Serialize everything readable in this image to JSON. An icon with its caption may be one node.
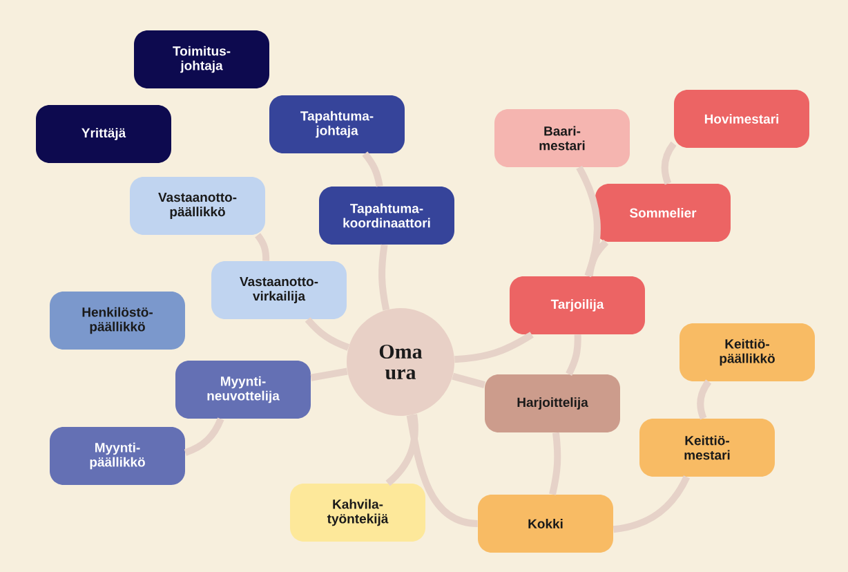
{
  "diagram": {
    "nodes": [
      {
        "text": [
          "Oma ura"
        ]
      },
      {
        "text": [
          "Toimitus- johtaja"
        ]
      },
      {
        "text": [
          "Yrittäjä"
        ]
      },
      {
        "text": [
          "Tapahtuma- johtaja"
        ]
      },
      {
        "text": [
          "Vastaanotto- päällikkö"
        ]
      },
      {
        "text": [
          "Tapahtuma- koordinaattori"
        ]
      },
      {
        "text": [
          "Vastaanotto- virkailija"
        ]
      },
      {
        "text": [
          "Henkilöstö- päällikkö"
        ]
      },
      {
        "text": [
          "Myynti- neuvottelija"
        ]
      },
      {
        "text": [
          "Myynti- päällikkö"
        ]
      },
      {
        "text": [
          "Kahvila- työntekijä"
        ]
      },
      {
        "text": [
          "Baari- mestari"
        ]
      },
      {
        "text": [
          "Hovimestari"
        ]
      },
      {
        "text": [
          "Sommelier"
        ]
      },
      {
        "text": [
          "Tarjoilija"
        ]
      },
      {
        "text": [
          "Harjoittelija"
        ]
      },
      {
        "text": [
          "Keittiö- päällikkö"
        ]
      },
      {
        "text": [
          "Keittiö- mestari"
        ]
      },
      {
        "text": [
          "Kokki"
        ]
      }
    ],
    "edges": [
      {
        "from": 0,
        "to": 6,
        "arrow": "none"
      },
      {
        "from": 6,
        "to": 4,
        "arrow": "none"
      },
      {
        "from": 0,
        "to": 5,
        "arrow": "none"
      },
      {
        "from": 5,
        "to": 3,
        "arrow": "none"
      },
      {
        "from": 0,
        "to": 8,
        "arrow": "none"
      },
      {
        "from": 8,
        "to": 9,
        "arrow": "none"
      },
      {
        "from": 0,
        "to": 10,
        "arrow": "none"
      },
      {
        "from": 0,
        "to": 14,
        "arrow": "none"
      },
      {
        "from": 14,
        "to": 11,
        "arrow": "none"
      },
      {
        "from": 14,
        "to": 13,
        "arrow": "none"
      },
      {
        "from": 13,
        "to": 12,
        "arrow": "none"
      },
      {
        "from": 0,
        "to": 15,
        "arrow": "none"
      },
      {
        "from": 14,
        "to": 15,
        "arrow": "none"
      },
      {
        "from": 15,
        "to": 18,
        "arrow": "none"
      },
      {
        "from": 0,
        "to": 18,
        "arrow": "none"
      },
      {
        "from": 18,
        "to": 17,
        "arrow": "none"
      },
      {
        "from": 17,
        "to": 16,
        "arrow": "none"
      }
    ]
  }
}
